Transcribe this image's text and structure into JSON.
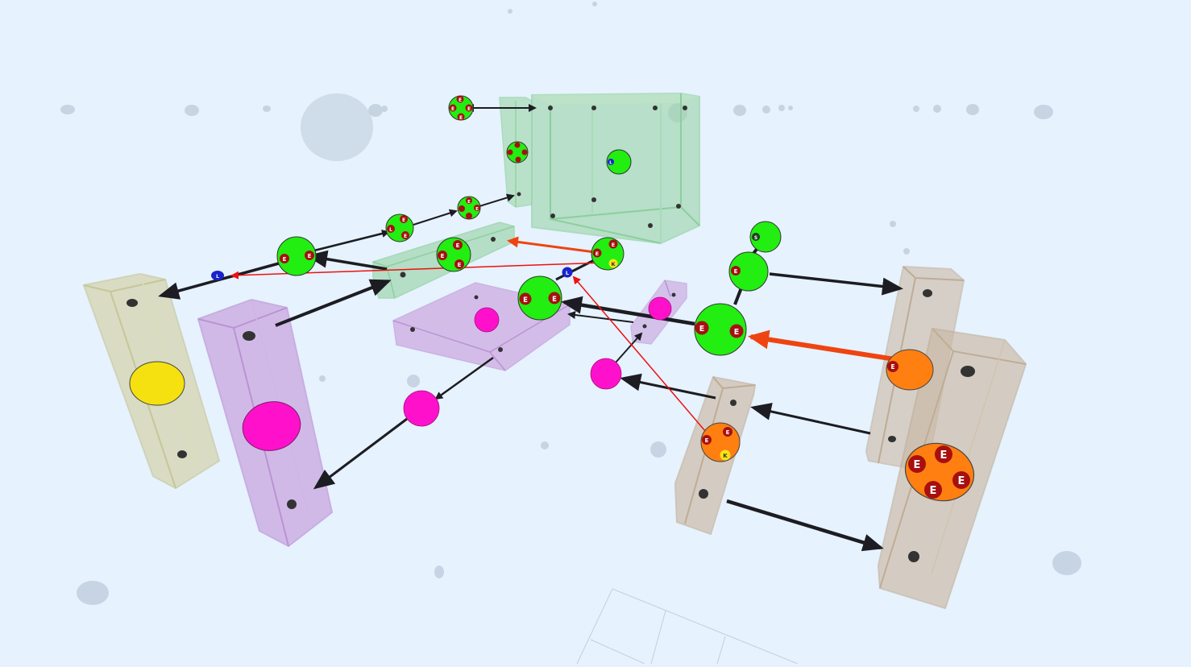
{
  "scene": {
    "colors": {
      "background": "#e6f2fd",
      "green_node": "#22ee11",
      "magenta_node": "#ff11cc",
      "orange_node": "#ff7f11",
      "yellow_node": "#f5e010",
      "green_box": "#9fd6ae",
      "violet_box": "#c9a2de",
      "khaki_box": "#d4d4ab",
      "tan_box": "#cbb9a4",
      "arrow_dark": "#1c1c22",
      "arrow_orange": "#ee4411",
      "arrow_red": "#ee1111",
      "e_badge": "#a80f0f",
      "k_badge": "#f7e21a",
      "l_badge": "#1a22cc"
    },
    "badge_labels": {
      "e": "E",
      "k": "K",
      "l": "L",
      "s": "S"
    }
  }
}
